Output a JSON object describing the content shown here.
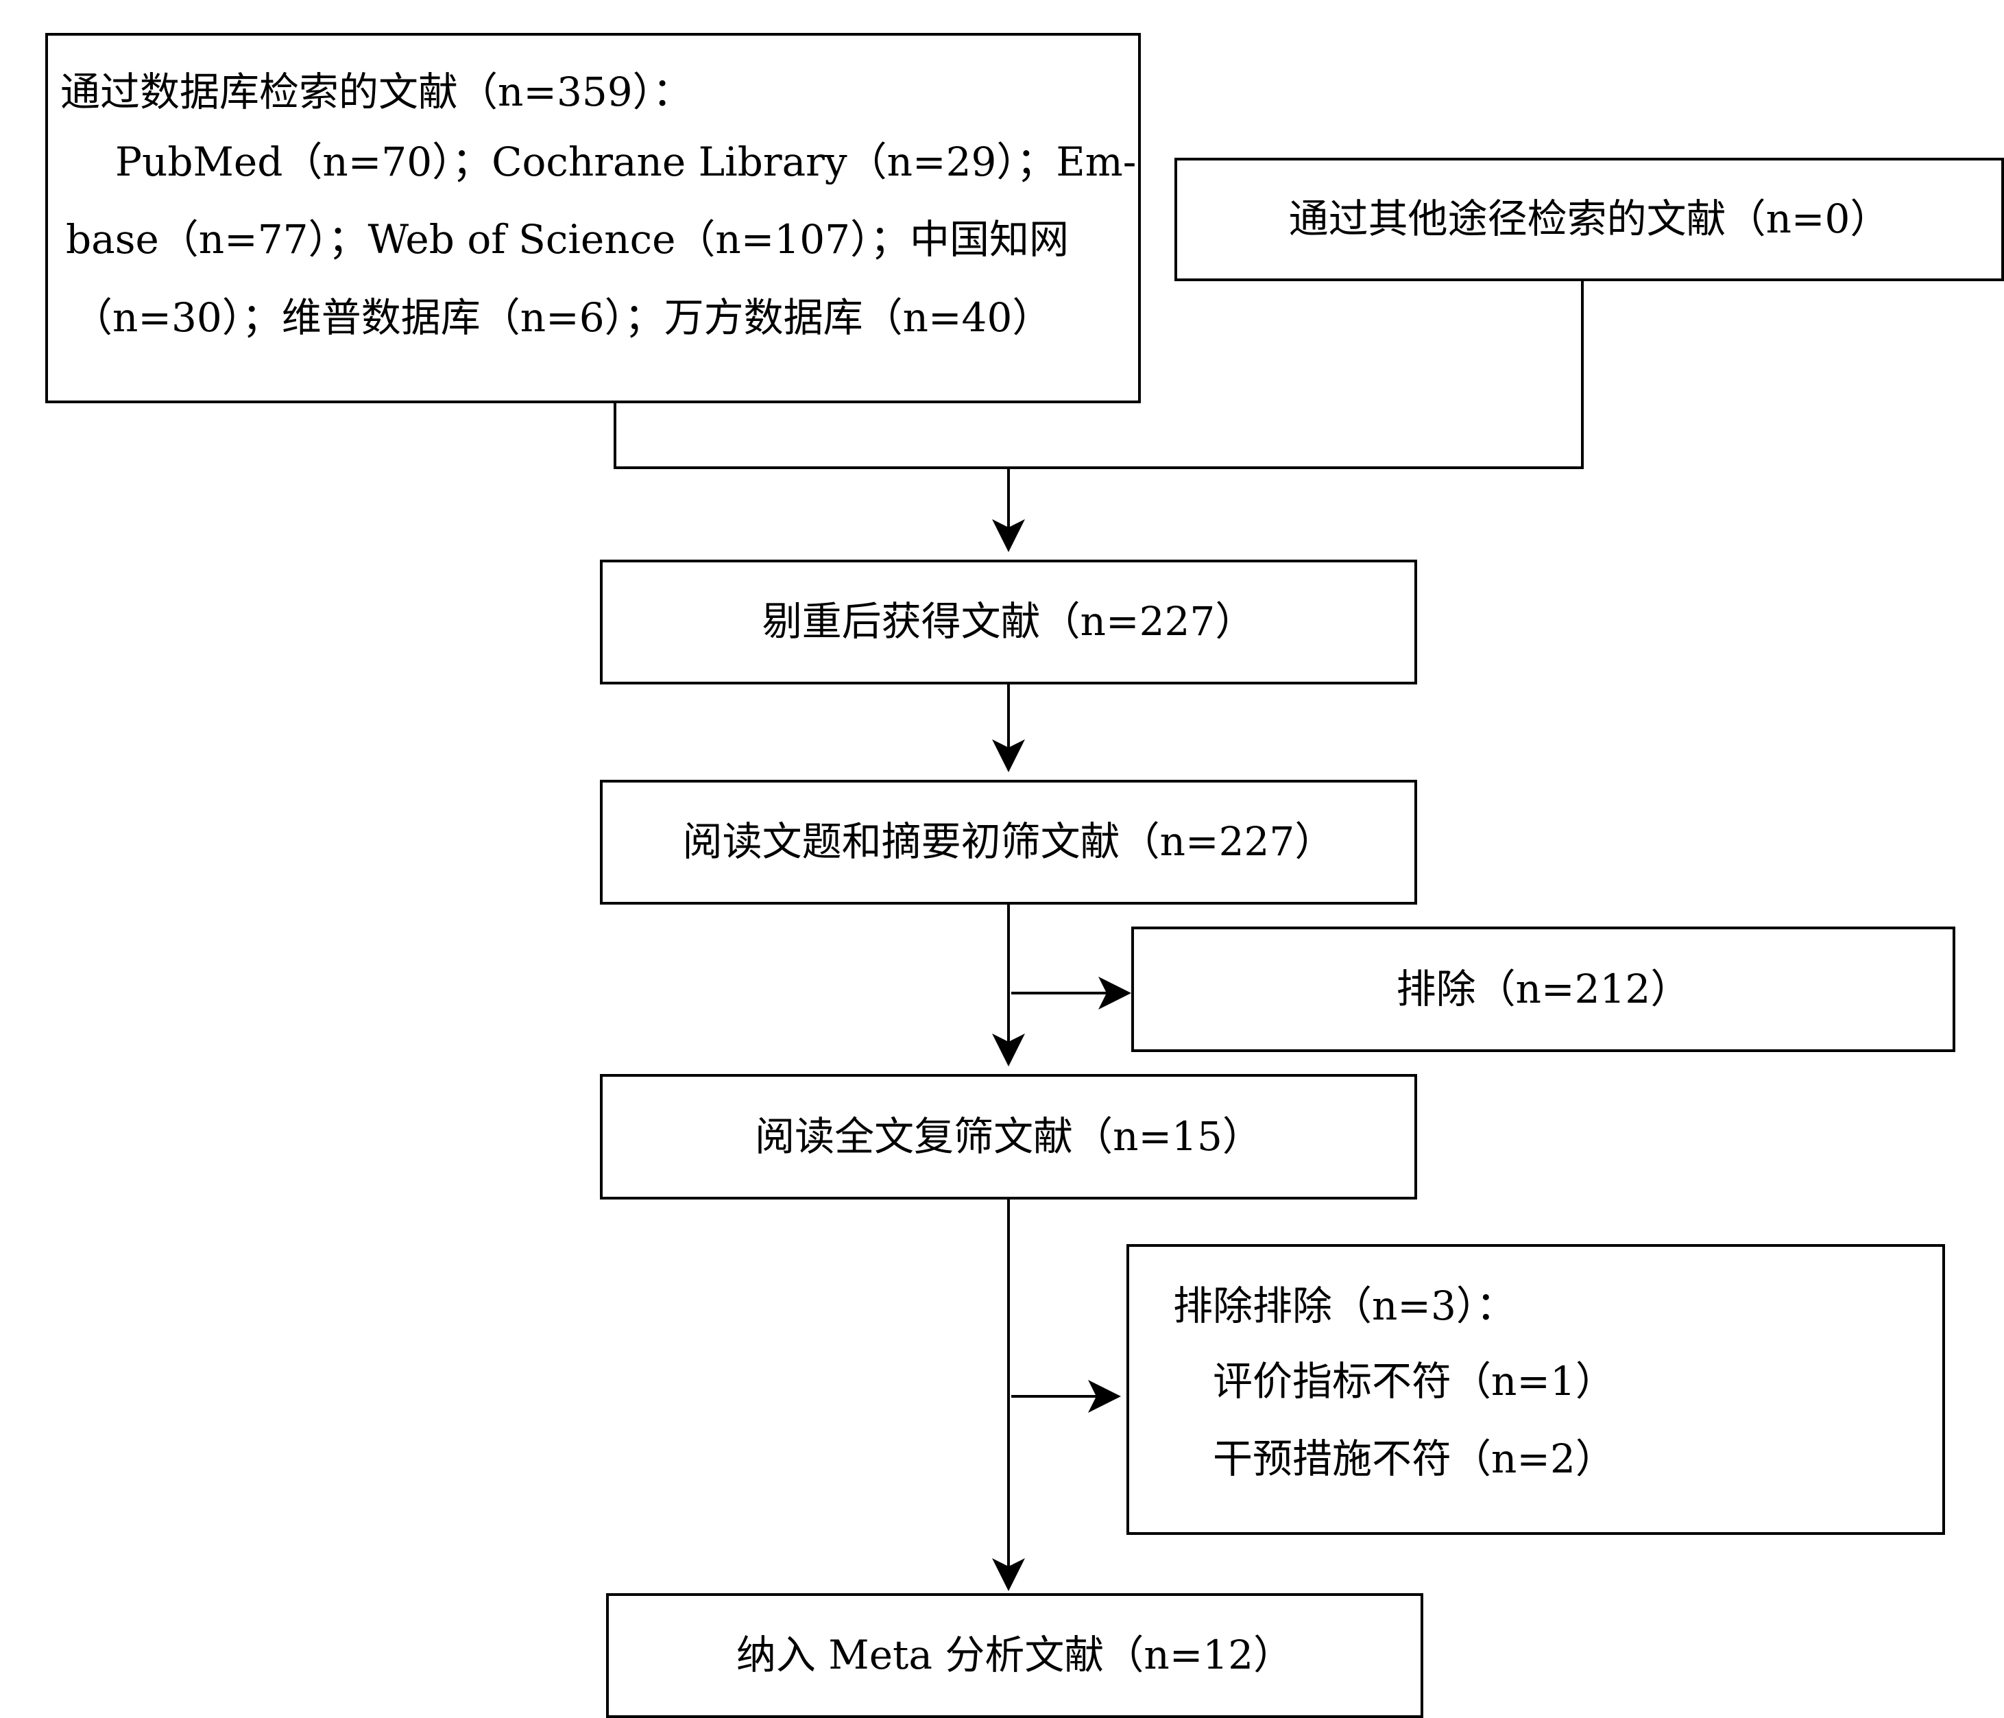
{
  "boxes": {
    "database": {
      "title": "通过数据库检索的文献（n=359）：",
      "lines": [
        "PubMed（n=70）；Cochrane Library（n=29）；Em-",
        "base（n=77）；Web of Science（n=107）；中国知网",
        "（n=30）；维普数据库（n=6）；万方数据库（n=40）"
      ]
    },
    "other": {
      "text": "通过其他途径检索的文献（n=0）"
    },
    "dedup": {
      "text": "剔重后获得文献（n=227）"
    },
    "screen": {
      "text": "阅读文题和摘要初筛文献（n=227）"
    },
    "exclude1": {
      "text": "排除（n=212）"
    },
    "fulltext": {
      "text": "阅读全文复筛文献（n=15）"
    },
    "exclude2": {
      "title": "排除排除（n=3）：",
      "lines": [
        "评价指标不符（n=1）",
        "干预措施不符（n=2）"
      ]
    },
    "included": {
      "text": "纳入 Meta 分析文献（n=12）"
    }
  }
}
